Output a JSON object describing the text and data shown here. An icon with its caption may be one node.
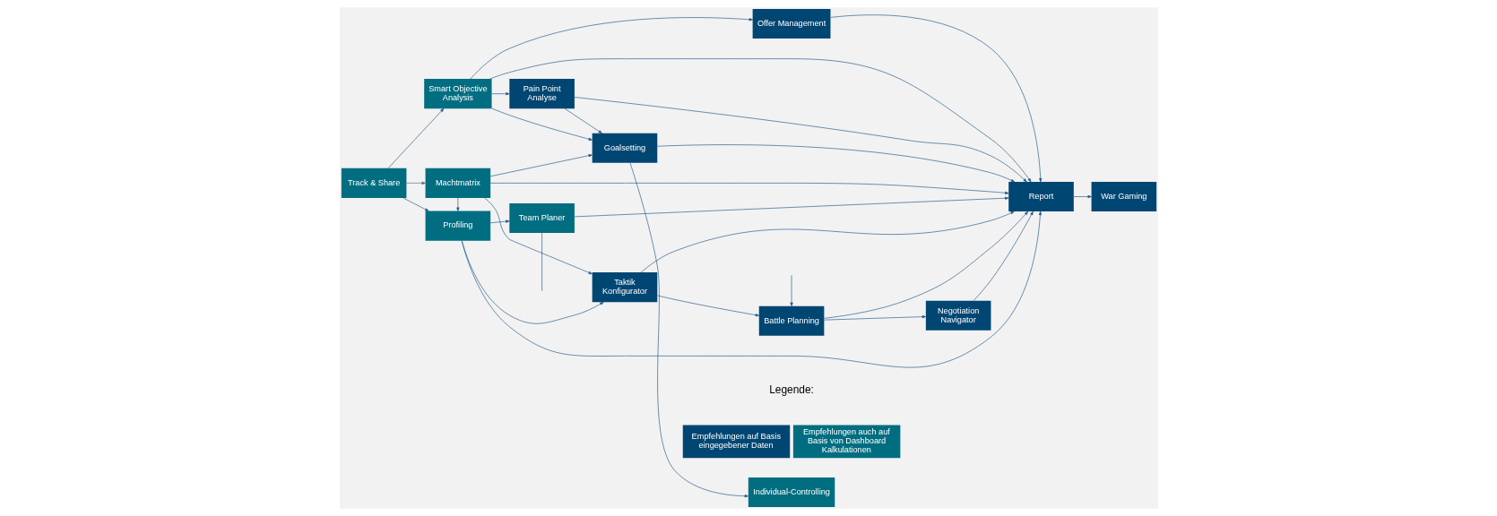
{
  "diagram": {
    "nodes": [
      {
        "text": [
          "Smart Objective Analysis"
        ]
      },
      {
        "text": [
          "Pain Point Analyse"
        ]
      },
      {
        "text": [
          "Goalsetting"
        ]
      },
      {
        "text": [
          "Offer Management"
        ]
      },
      {
        "text": [
          "Track & Share"
        ]
      },
      {
        "text": [
          "Machtmatrix"
        ]
      },
      {
        "text": [
          "Report"
        ]
      },
      {
        "text": [
          "War Gaming"
        ]
      },
      {
        "text": [
          "Individual-Controlling"
        ]
      },
      {
        "text": [
          "Profiling"
        ]
      },
      {
        "text": [
          "Team Planer"
        ]
      },
      {
        "text": [
          "Taktik Konfigurator"
        ]
      },
      {
        "text": [
          "Battle Planning"
        ]
      },
      {
        "text": [
          "Negotiation Navigator"
        ]
      }
    ],
    "edges": [
      {
        "from": 4,
        "to": 0,
        "arrow": "to"
      },
      {
        "from": 4,
        "to": 5,
        "arrow": "to",
        "color": "#4d7080"
      },
      {
        "from": 4,
        "to": 9,
        "arrow": "to"
      },
      {
        "from": 0,
        "to": 1,
        "arrow": "to"
      },
      {
        "from": 1,
        "to": 2,
        "arrow": "to"
      },
      {
        "from": 0,
        "to": 2,
        "arrow": "to"
      },
      {
        "from": 0,
        "to": 3,
        "arrow": "to"
      },
      {
        "from": 0,
        "to": 6,
        "arrow": "to"
      },
      {
        "from": 1,
        "to": 6,
        "arrow": "to"
      },
      {
        "from": 2,
        "to": 6,
        "arrow": "to"
      },
      {
        "from": 3,
        "to": 6,
        "arrow": "to"
      },
      {
        "from": 2,
        "to": 8,
        "arrow": "to"
      },
      {
        "from": 5,
        "to": 2,
        "arrow": "to"
      },
      {
        "from": 5,
        "to": 6,
        "arrow": "to"
      },
      {
        "from": 5,
        "to": 11,
        "arrow": "to"
      },
      {
        "from": 5,
        "to": 9,
        "arrow": "to"
      },
      {
        "from": 6,
        "to": 7,
        "arrow": "to"
      },
      {
        "from": 9,
        "to": 6,
        "arrow": "to"
      },
      {
        "from": 10,
        "to": 6,
        "arrow": "to"
      },
      {
        "from": 11,
        "to": 6,
        "arrow": "to"
      },
      {
        "from": 12,
        "to": 6,
        "arrow": "to"
      },
      {
        "from": 13,
        "to": 6,
        "arrow": "to"
      },
      {
        "from": 9,
        "to": 10,
        "arrow": "to"
      },
      {
        "from": 9,
        "to": 11,
        "arrow": "to"
      },
      {
        "from": 11,
        "to": 12,
        "arrow": "to"
      },
      {
        "from": 12,
        "to": 13,
        "arrow": "to"
      },
      {
        "from": 10,
        "to": null,
        "arrow": "none"
      },
      {
        "from": null,
        "to": 12,
        "arrow": "to"
      }
    ],
    "labels": [
      "Legende:"
    ],
    "legend": [
      {
        "text": "Empfehlungen auf Basis eingegebener Daten",
        "color": "#004672"
      },
      {
        "text": "Empfehlungen auch auf Basis von Dashboard Kalkulationen",
        "color": "#006e80"
      }
    ]
  }
}
